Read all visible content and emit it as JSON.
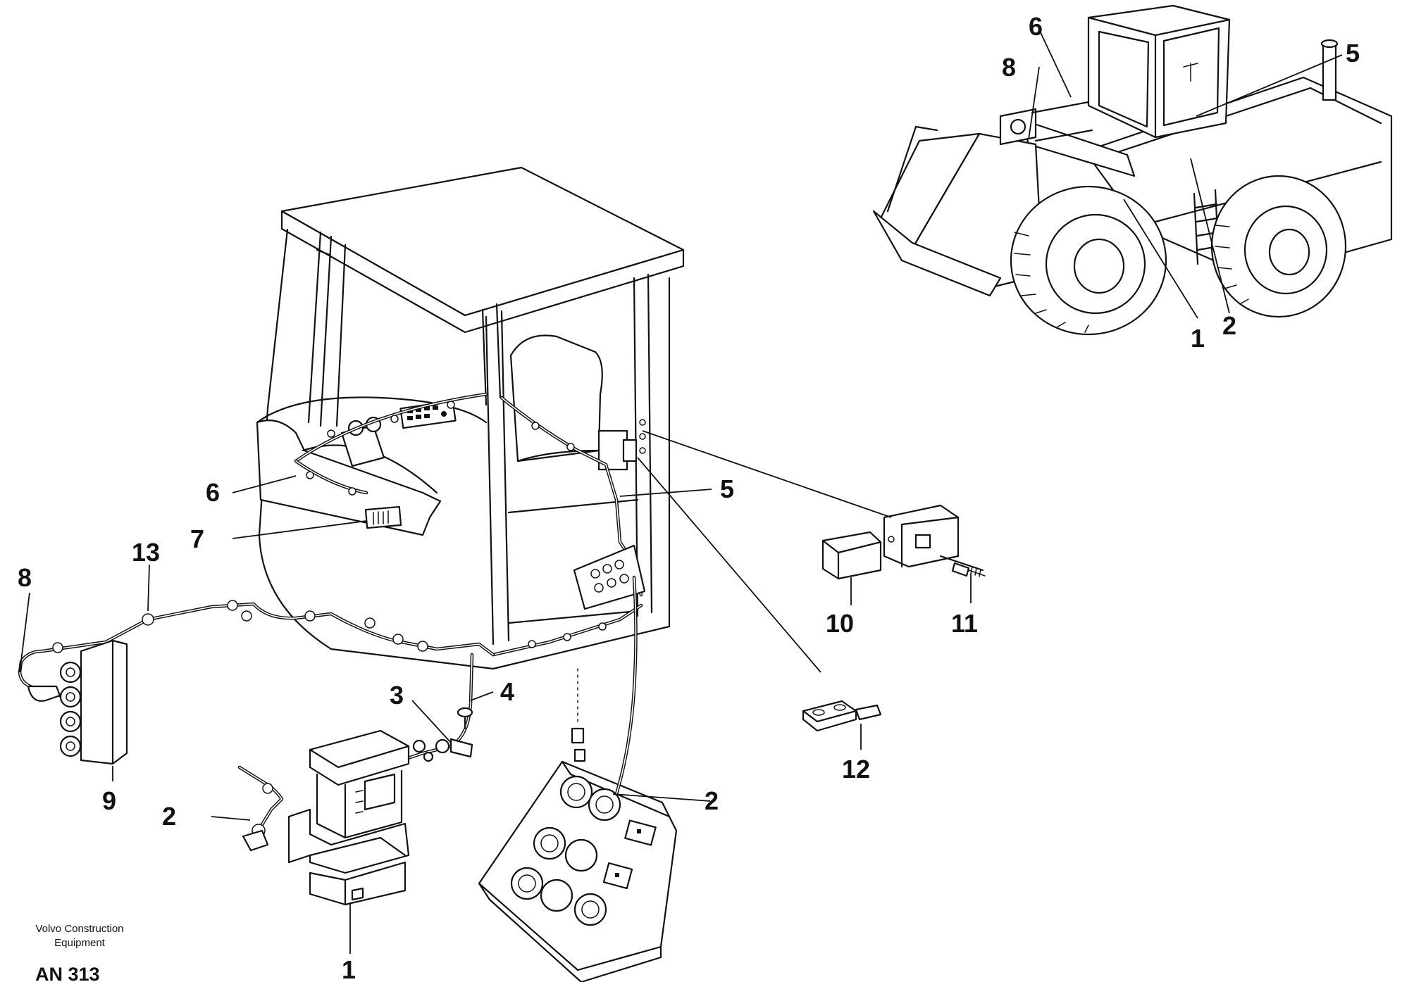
{
  "callouts": {
    "c1": "1",
    "c2": "2",
    "c3": "3",
    "c4": "4",
    "c5": "5",
    "c6": "6",
    "c7": "7",
    "c8": "8",
    "c9": "9",
    "c10": "10",
    "c11": "11",
    "c12": "12",
    "c13": "13",
    "v1": "1",
    "v2": "2",
    "v5": "5",
    "v6": "6",
    "v8": "8"
  },
  "footer": {
    "company_line1": "Volvo Construction",
    "company_line2": "Equipment",
    "drawing_code": "AN 313"
  }
}
